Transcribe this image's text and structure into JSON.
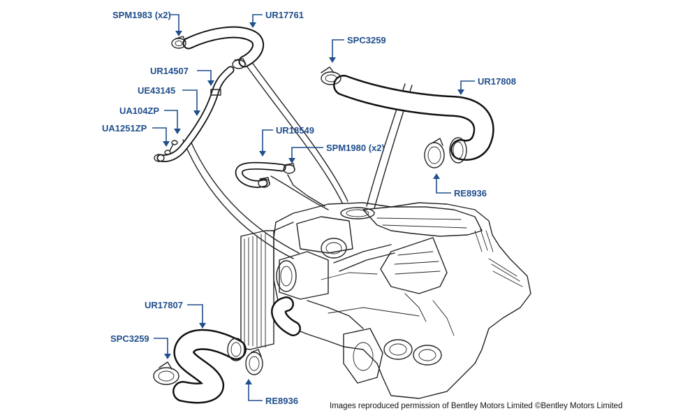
{
  "diagram": {
    "callouts": [
      {
        "id": "spm1983",
        "text": "SPM1983 (x2)"
      },
      {
        "id": "ur17761",
        "text": "UR17761"
      },
      {
        "id": "spc3259_top",
        "text": "SPC3259"
      },
      {
        "id": "ur17808",
        "text": "UR17808"
      },
      {
        "id": "ur14507",
        "text": "UR14507"
      },
      {
        "id": "ue43145",
        "text": "UE43145"
      },
      {
        "id": "ua104zp",
        "text": "UA104ZP"
      },
      {
        "id": "ua1251zp",
        "text": "UA1251ZP"
      },
      {
        "id": "ur18549",
        "text": "UR18549"
      },
      {
        "id": "spm1980",
        "text": "SPM1980 (x2)"
      },
      {
        "id": "re8936_top",
        "text": "RE8936"
      },
      {
        "id": "ur17807",
        "text": "UR17807"
      },
      {
        "id": "spc3259_bottom",
        "text": "SPC3259"
      },
      {
        "id": "re8936_bottom",
        "text": "RE8936"
      }
    ],
    "credit": "Images reproduced permission of Bentley Motors Limited ©Bentley Motors Limited",
    "accent_color": "#1f4e8c"
  }
}
